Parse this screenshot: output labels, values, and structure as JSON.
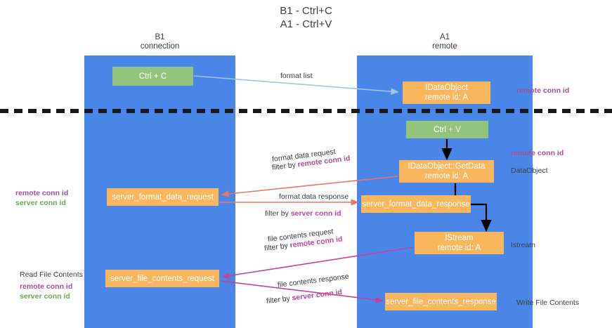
{
  "title": {
    "line1": "B1 - Ctrl+C",
    "line2": "A1 - Ctrl+V"
  },
  "columns": [
    {
      "id": "b1",
      "name": "B1",
      "role": "connection",
      "color": "#4a86e8"
    },
    {
      "id": "a1",
      "name": "A1",
      "role": "remote",
      "color": "#4a86e8"
    }
  ],
  "nodes": {
    "ctrl_c": {
      "line1": "Ctrl + C",
      "color": "#93c47d"
    },
    "data_object": {
      "line1": "IDataObject",
      "line2": "remote id: A",
      "color": "#f9b65d"
    },
    "ctrl_v": {
      "line1": "Ctrl + V",
      "color": "#93c47d"
    },
    "get_data": {
      "line1": "IDataObject::GetData",
      "line2": "remote id: A",
      "color": "#f9b65d"
    },
    "server_format_data_request": {
      "line1": "server_format_data_request",
      "color": "#f9b65d"
    },
    "server_format_data_response": {
      "line1": "server_format_data_response",
      "color": "#f9b65d"
    },
    "istream": {
      "line1": "IStream",
      "line2": "remote id: A",
      "color": "#f9b65d"
    },
    "server_file_contents_request": {
      "line1": "server_file_contents_request",
      "color": "#f9b65d"
    },
    "server_file_contents_response": {
      "line1": "server_file_contents_response",
      "color": "#f9b65d"
    }
  },
  "edge_labels": {
    "format_list": "format list",
    "format_data_request": "format data request",
    "format_data_request_filter_prefix": "filter by ",
    "format_data_request_filter_key": "remote conn id",
    "format_data_response": "format data response",
    "format_data_response_filter_prefix": "filter by ",
    "format_data_response_filter_key": "server conn id",
    "file_contents_request": "file contents request",
    "file_contents_request_filter_prefix": "filter by ",
    "file_contents_request_filter_key": "remote conn id",
    "file_contents_response": "file contents response",
    "file_contents_response_filter_prefix": "filter by ",
    "file_contents_response_filter_key": "server conn id"
  },
  "annotations": {
    "remote_conn_id_top": "remote conn id",
    "remote_conn_id_mid": "remote conn id",
    "data_object_label": "DataObject",
    "istream_label": "Istream",
    "write_file_contents": "Write File Contents",
    "read_file_contents": "Read File Contents",
    "left_remote_conn_id_1": "remote conn id",
    "left_server_conn_id_1": "server conn id",
    "left_remote_conn_id_2": "remote conn id",
    "left_server_conn_id_2": "server conn id"
  },
  "colors": {
    "band": "#4a86e8",
    "green_node": "#93c47d",
    "orange_node": "#f9b65d",
    "purple_text": "#a64d9a",
    "green_text": "#6aa84f",
    "magenta_text": "#c2449a",
    "arrow_blue": "#9fc5e8",
    "arrow_red": "#e8766d",
    "arrow_magenta": "#c2449a",
    "arrow_black": "#000000",
    "background": "#ffffff"
  }
}
